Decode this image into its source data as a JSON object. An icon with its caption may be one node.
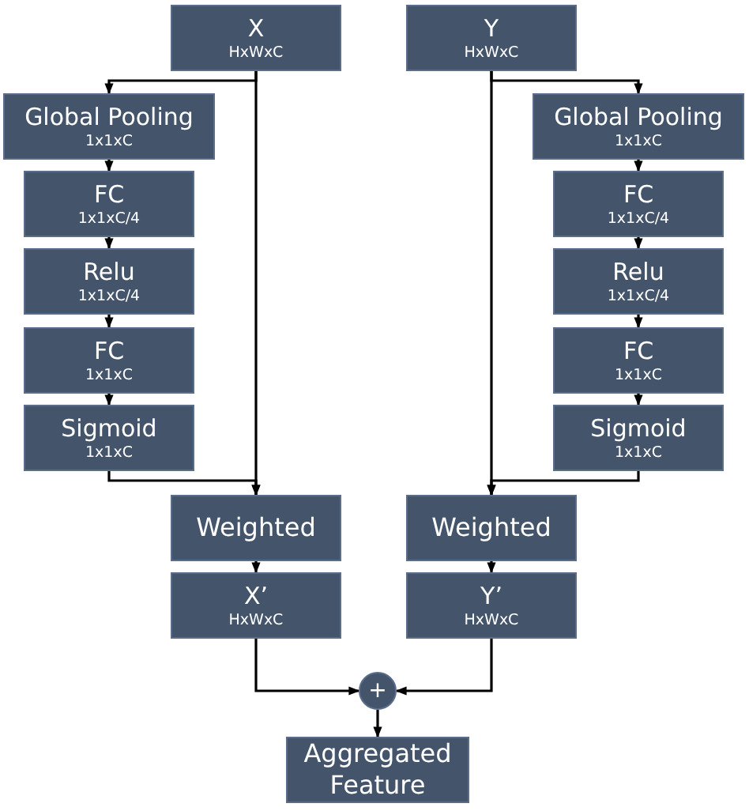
{
  "diagram": {
    "nodes": [
      {
        "text": [
          "X",
          "HxWxC"
        ]
      },
      {
        "text": [
          "Global Pooling",
          "1x1xC"
        ]
      },
      {
        "text": [
          "FC",
          "1x1xC/4"
        ]
      },
      {
        "text": [
          "Relu",
          "1x1xC/4"
        ]
      },
      {
        "text": [
          "FC",
          "1x1xC"
        ]
      },
      {
        "text": [
          "Sigmoid",
          "1x1xC"
        ]
      },
      {
        "text": [
          "Y",
          "HxWxC"
        ]
      },
      {
        "text": [
          "Global Pooling",
          "1x1xC"
        ]
      },
      {
        "text": [
          "FC",
          "1x1xC/4"
        ]
      },
      {
        "text": [
          "Relu",
          "1x1xC/4"
        ]
      },
      {
        "text": [
          "FC",
          "1x1xC"
        ]
      },
      {
        "text": [
          "Sigmoid",
          "1x1xC"
        ]
      },
      {
        "text": [
          "Weighted"
        ]
      },
      {
        "text": [
          "X’",
          "HxWxC"
        ]
      },
      {
        "text": [
          "Weighted"
        ]
      },
      {
        "text": [
          "Y’",
          "HxWxC"
        ]
      },
      {
        "text": [
          "+"
        ]
      },
      {
        "text": [
          "Aggregated Feature"
        ]
      }
    ],
    "edges": [
      {
        "from": 0,
        "to": 1,
        "arrow": "to"
      },
      {
        "from": 1,
        "to": 2,
        "arrow": "to"
      },
      {
        "from": 2,
        "to": 3,
        "arrow": "to"
      },
      {
        "from": 3,
        "to": 4,
        "arrow": "to"
      },
      {
        "from": 4,
        "to": 5,
        "arrow": "to"
      },
      {
        "from": 0,
        "to": 12,
        "arrow": "to"
      },
      {
        "from": 5,
        "to": 12,
        "arrow": "to"
      },
      {
        "from": 6,
        "to": 7,
        "arrow": "to"
      },
      {
        "from": 7,
        "to": 8,
        "arrow": "to"
      },
      {
        "from": 8,
        "to": 9,
        "arrow": "to"
      },
      {
        "from": 9,
        "to": 10,
        "arrow": "to"
      },
      {
        "from": 10,
        "to": 11,
        "arrow": "to"
      },
      {
        "from": 6,
        "to": 14,
        "arrow": "to"
      },
      {
        "from": 11,
        "to": 14,
        "arrow": "to"
      },
      {
        "from": 12,
        "to": 13,
        "arrow": "to"
      },
      {
        "from": 14,
        "to": 15,
        "arrow": "to"
      },
      {
        "from": 13,
        "to": 16,
        "arrow": "to"
      },
      {
        "from": 15,
        "to": 16,
        "arrow": "to"
      },
      {
        "from": 16,
        "to": 17,
        "arrow": "to"
      }
    ]
  }
}
